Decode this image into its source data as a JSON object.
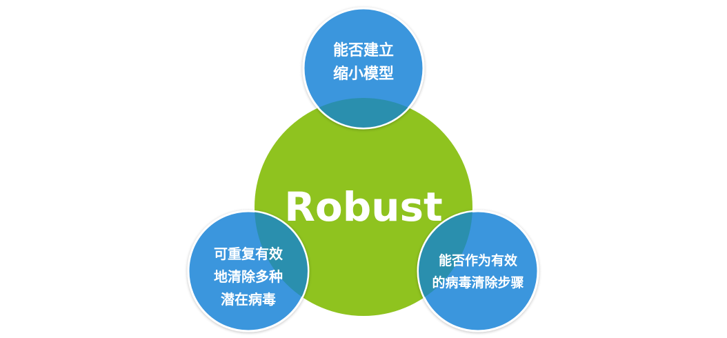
{
  "diagram": {
    "center": {
      "label": "Robust",
      "color": "#8fc31f"
    },
    "top": {
      "line1": "能否建立",
      "line2": "缩小模型",
      "color": "#3a96dd"
    },
    "left": {
      "line1": "可重复有效",
      "line2": "地清除多种",
      "line3": "潜在病毒",
      "color": "#3a96dd"
    },
    "right": {
      "line1": "能否作为有效",
      "line2": "的病毒清除步骤",
      "color": "#3a96dd"
    },
    "overlap_color": "#2a8fae",
    "stroke_color": "#ffffff"
  }
}
